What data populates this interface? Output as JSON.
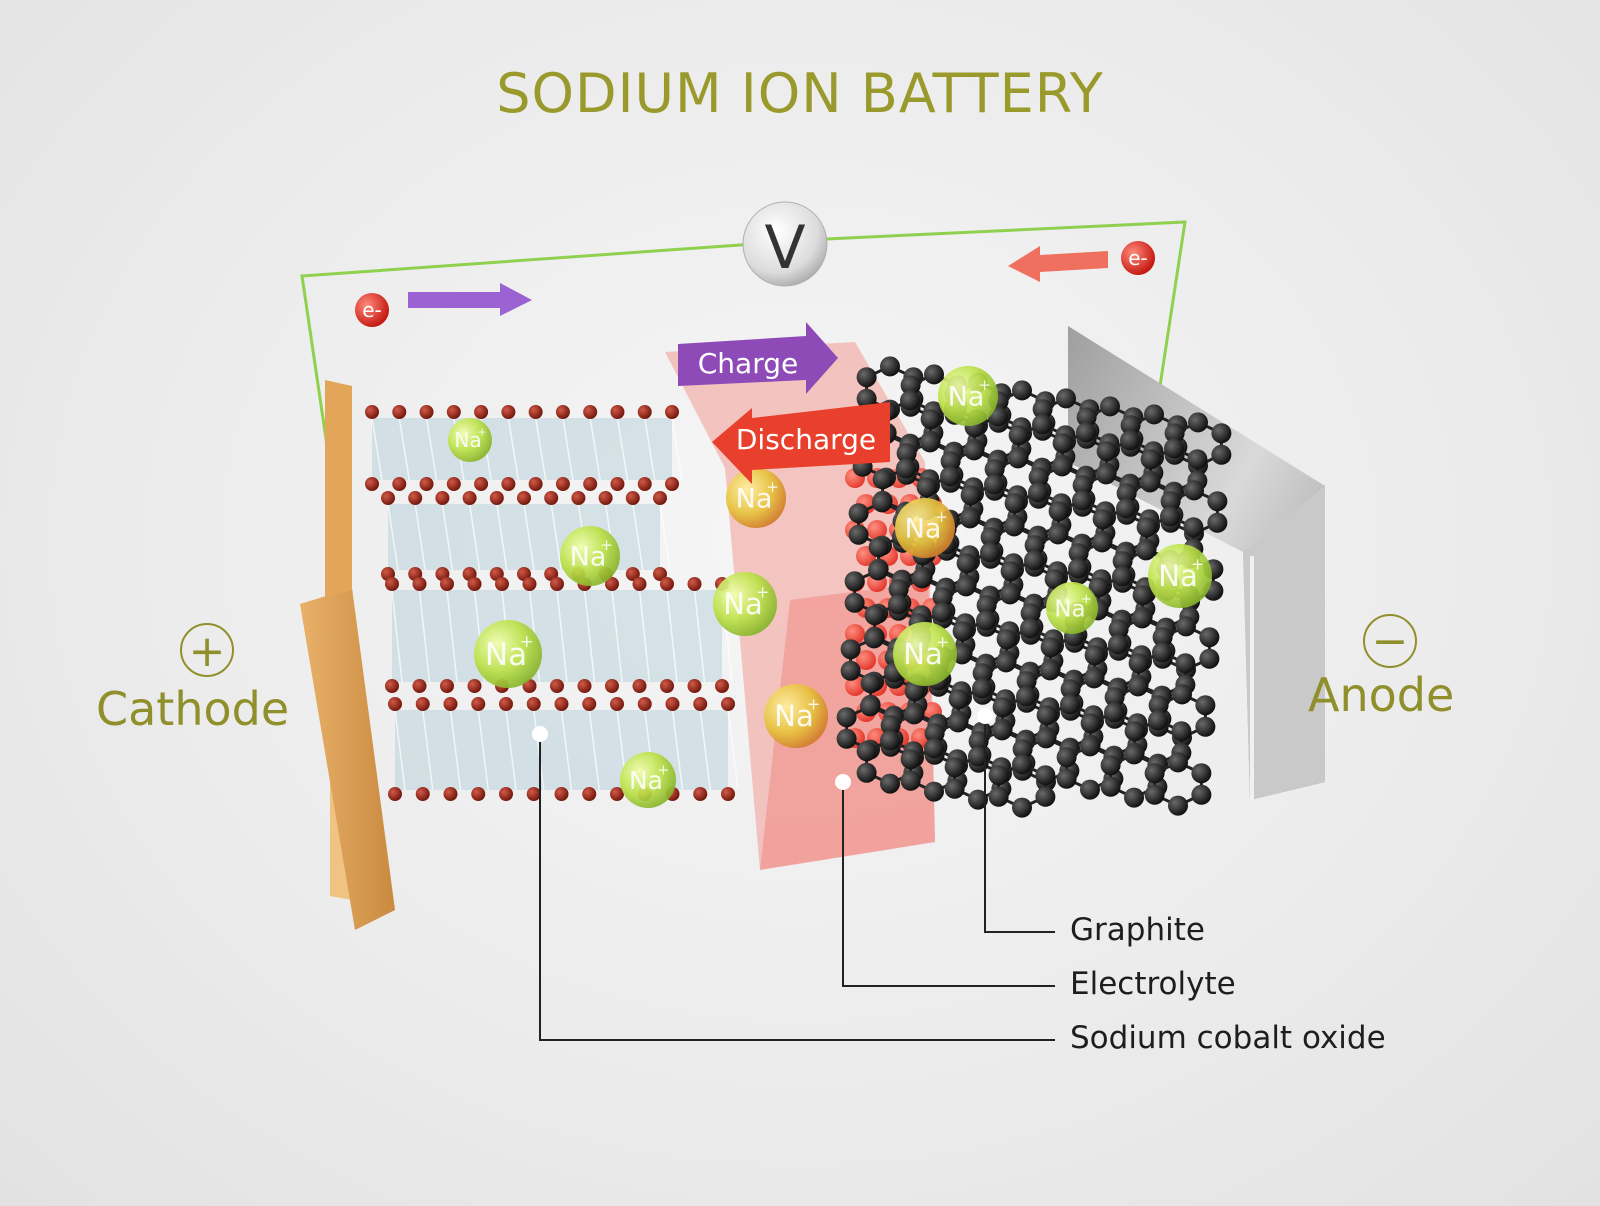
{
  "title": "SODIUM ION BATTERY",
  "voltmeter": {
    "symbol": "V"
  },
  "electron": {
    "label": "e-"
  },
  "arrows": {
    "charge": "Charge",
    "discharge": "Discharge"
  },
  "ion": {
    "label": "Na",
    "charge": "+"
  },
  "electrodes": {
    "cathode": {
      "sign": "+",
      "label": "Cathode"
    },
    "anode": {
      "sign": "−",
      "label": "Anode"
    }
  },
  "callouts": [
    "Graphite",
    "Electrolyte",
    "Sodium cobalt oxide"
  ],
  "colors": {
    "title": "#9a9a2c",
    "wire": "#8fd14f",
    "charge_arrow": "#8e4bb8",
    "discharge_arrow": "#e8402c",
    "oxide_atom": "#8b1d10",
    "carbon_atom": "#1a1a1a",
    "sodium_ion": "#bde24a",
    "cathode_plate": "#e0a55c",
    "anode_plate": "#b9b9b9"
  }
}
